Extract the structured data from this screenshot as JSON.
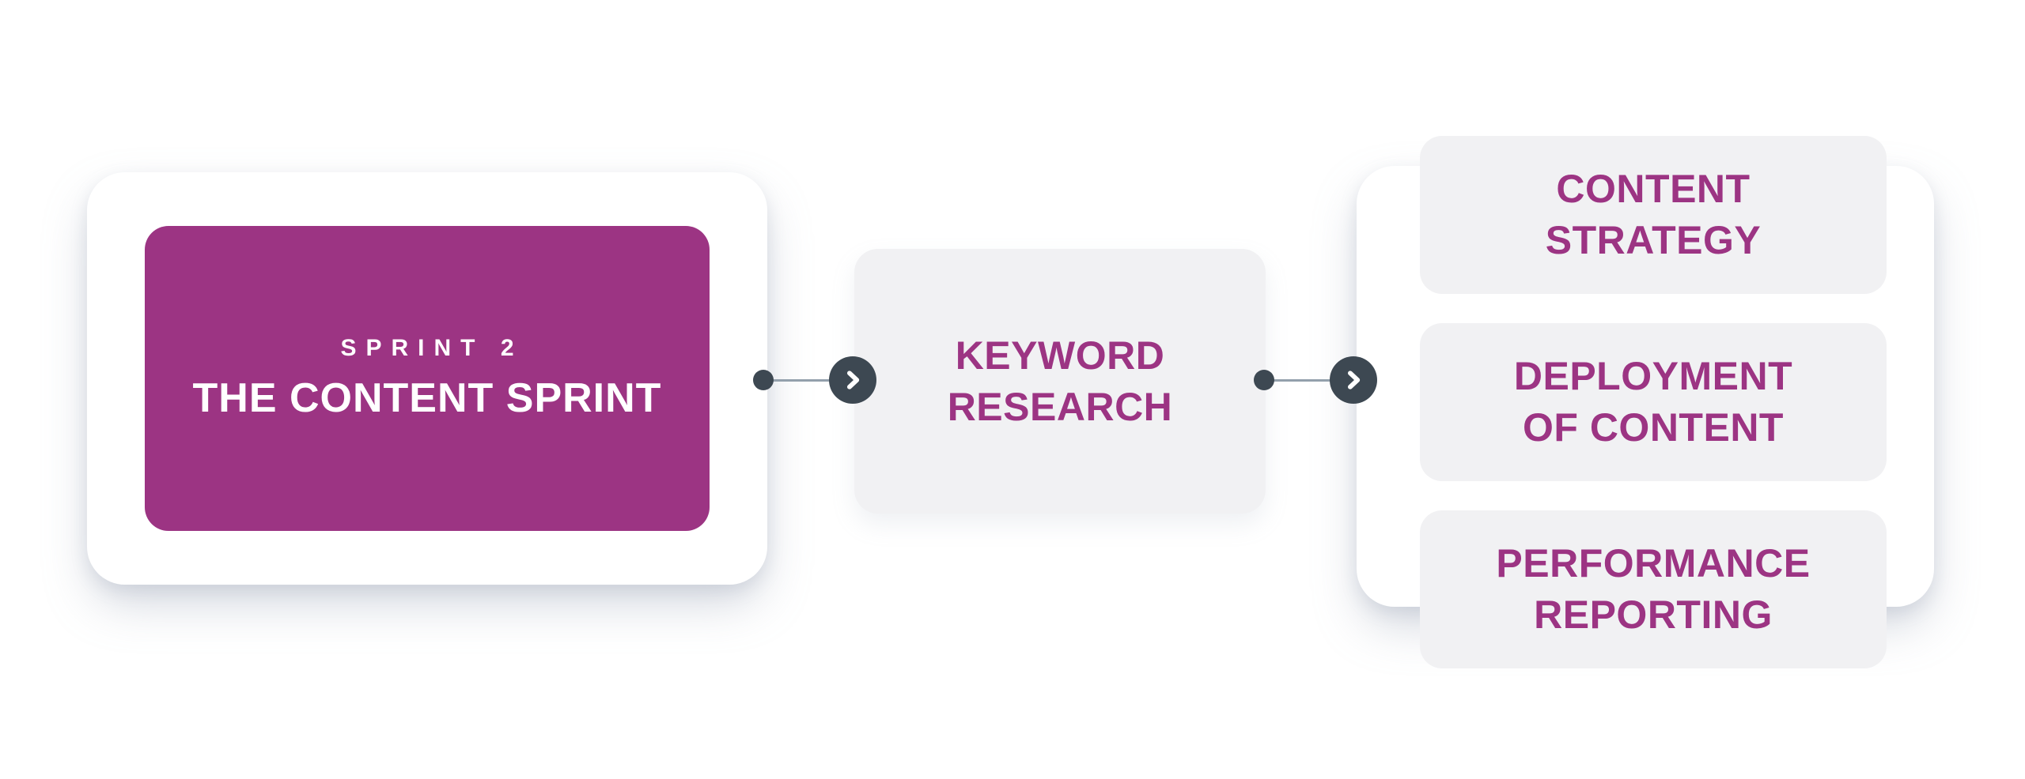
{
  "palette": {
    "page-bg": "#FFFFFF",
    "card-bg": "#FFFFFF",
    "magenta": "#9C3483",
    "node-text": "#9C3483",
    "node-bg": "#F1F1F3",
    "arrow-bg": "#3D4852",
    "connector": "#93A0AC",
    "card-shadow": "rgba(149,160,178,0.42)"
  },
  "sprint_node": {
    "eyebrow": "SPRINT 2",
    "title": "THE CONTENT SPRINT"
  },
  "keyword_node": {
    "label_line1": "KEYWORD",
    "label_line2": "RESEARCH"
  },
  "output_nodes": [
    {
      "label_line1": "CONTENT",
      "label_line2": "STRATEGY"
    },
    {
      "label_line1": "DEPLOYMENT",
      "label_line2": "OF CONTENT"
    },
    {
      "label_line1": "PERFORMANCE",
      "label_line2": "REPORTING"
    }
  ],
  "icons": {
    "arrow": "chevron-right-icon"
  }
}
